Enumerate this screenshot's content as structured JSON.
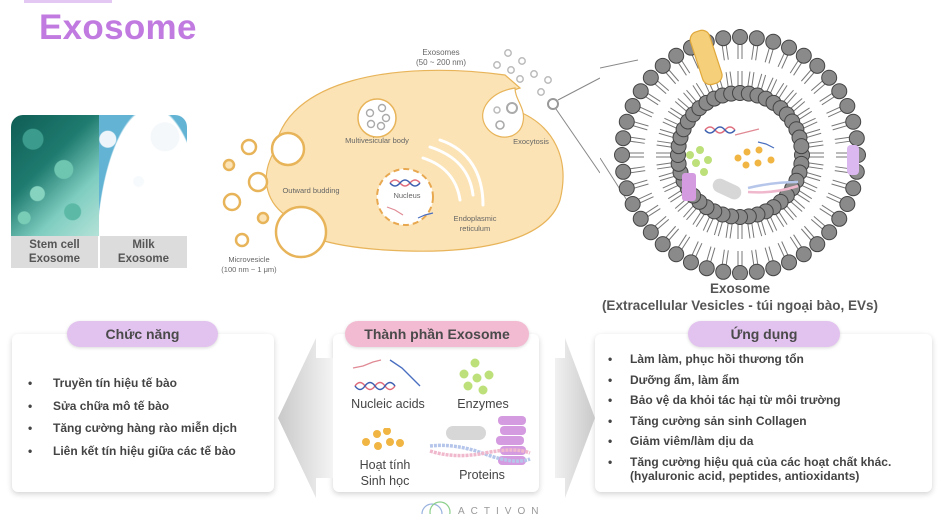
{
  "title": "Exosome",
  "sources": [
    {
      "label_line1": "Stem cell",
      "label_line2": "Exosome"
    },
    {
      "label_line1": "Milk",
      "label_line2": "Exosome"
    }
  ],
  "diagram": {
    "exosomes_label": "Exosomes",
    "exosomes_size": "(50 ~ 200 nm)",
    "multivesicular_body": "Multivesicular body",
    "exocytosis": "Exocytosis",
    "outward_budding": "Outward budding",
    "nucleus": "Nucleus",
    "er_line1": "Endoplasmic",
    "er_line2": "reticulum",
    "microvesicle": "Microvesicle",
    "microvesicle_size": "(100 nm ~ 1 μm)"
  },
  "exosome_caption": {
    "line1": "Exosome",
    "line2": "(Extracellular Vesicles - túi ngoại bào, EVs)"
  },
  "functions": {
    "title": "Chức năng",
    "items": [
      "Truyền tín hiệu tế bào",
      "Sửa chữa mô tế bào",
      "Tăng cường hàng rào miễn dịch",
      "Liên kết tín hiệu giữa các tế bào"
    ]
  },
  "components": {
    "title": "Thành phần Exosome",
    "nucleic_acids": "Nucleic acids",
    "enzymes": "Enzymes",
    "bioactive_line1": "Hoạt tính",
    "bioactive_line2": "Sinh học",
    "proteins": "Proteins"
  },
  "applications": {
    "title": "Ứng dụng",
    "items": [
      "Làm làm, phục hồi thương tổn",
      "Dưỡng ẩm, làm ẩm",
      "Bảo vệ da khỏi tác hại từ môi trường",
      "Tăng cường sản sinh Collagen",
      "Giảm viêm/làm dịu da",
      "Tăng cường hiệu quả của các hoạt chất khác."
    ],
    "last_item_note": "(hyaluronic acid, peptides, antioxidants)"
  },
  "bullet": "•",
  "logo_text": "ACTIVON",
  "colors": {
    "title": "#c07ae0",
    "pill_purple": "#e2c2ef",
    "pill_pink": "#f2bbd2",
    "cell_fill": "#fbe3b5",
    "cell_stroke": "#e8b45a",
    "lipid": "#8a8a8a"
  }
}
